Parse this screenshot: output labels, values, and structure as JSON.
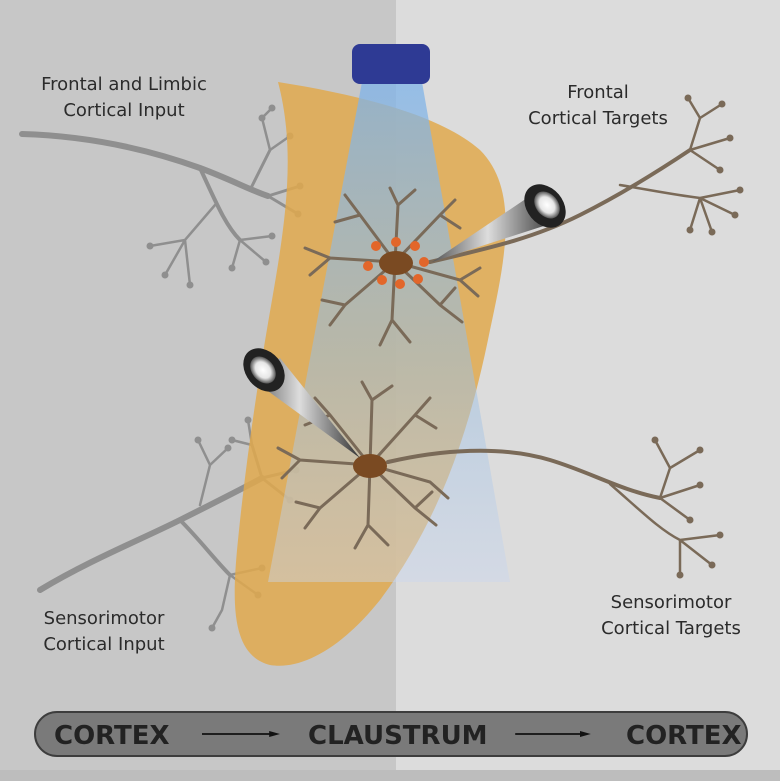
{
  "labels": {
    "frontal_limbic_input": [
      "Frontal and Limbic",
      "Cortical Input"
    ],
    "frontal_targets": [
      "Frontal",
      "Cortical Targets"
    ],
    "sensorimotor_input": [
      "Sensorimotor",
      "Cortical Input"
    ],
    "sensorimotor_targets": [
      "Sensorimotor",
      "Cortical Targets"
    ]
  },
  "flow": {
    "left": "CORTEX",
    "middle": "CLAUSTRUM",
    "right": "CORTEX"
  },
  "colors": {
    "background_left": "#c7c7c7",
    "background_right": "#dcdcdc",
    "claustrum": "#e0a94d",
    "light_cap": "#2e3a94",
    "light_beam": "#7fb3e8",
    "neuron": "#7a6a58",
    "soma": "#7a4a22",
    "dots": "#e2662a",
    "input_fiber": "#8f8f8f"
  }
}
